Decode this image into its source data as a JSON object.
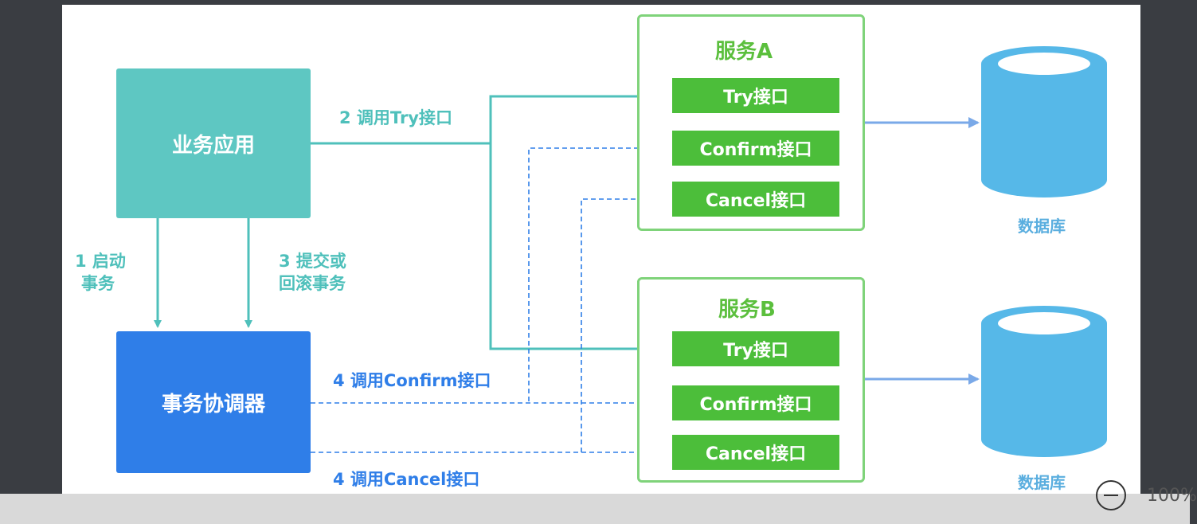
{
  "diagram": {
    "app_label": "业务应用",
    "coordinator_label": "事务协调器",
    "service_a": {
      "title": "服务A",
      "try": "Try接口",
      "confirm": "Confirm接口",
      "cancel": "Cancel接口"
    },
    "service_b": {
      "title": "服务B",
      "try": "Try接口",
      "confirm": "Confirm接口",
      "cancel": "Cancel接口"
    },
    "db_label_a": "数据库",
    "db_label_b": "数据库",
    "edge_labels": {
      "start_line1": "1 启动",
      "start_line2": "事务",
      "commit_line1": "3 提交或",
      "commit_line2": "回滚事务",
      "call_try": "2 调用Try接口",
      "call_confirm": "4 调用Confirm接口",
      "call_cancel": "4 调用Cancel接口"
    },
    "colors": {
      "teal": "#5ec7c2",
      "blue": "#2f7ee8",
      "green": "#4cbe3a",
      "db": "#56b8e8"
    }
  },
  "toolbar": {
    "zoom": "100%"
  }
}
